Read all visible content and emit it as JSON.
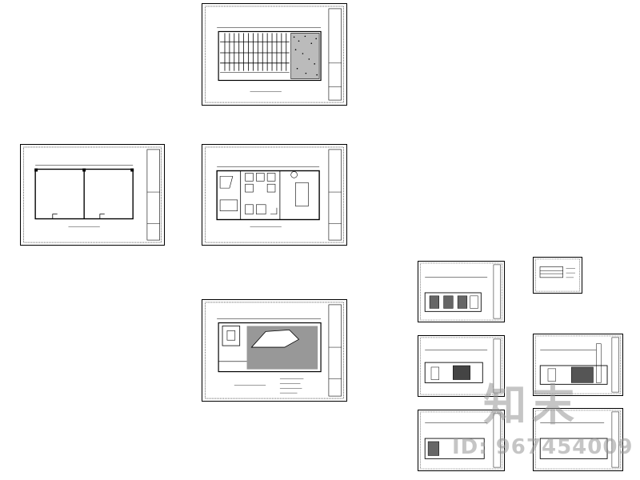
{
  "watermark": {
    "logo_text": "知末",
    "id_text": "ID: 967454009",
    "color": "#969696"
  },
  "sheets": [
    {
      "key": "ceiling-plan-top",
      "kind": "ceiling-grid"
    },
    {
      "key": "original-plan",
      "kind": "empty-plan"
    },
    {
      "key": "furniture-plan",
      "kind": "furniture"
    },
    {
      "key": "floor-tile-plan",
      "kind": "tile-grid"
    },
    {
      "key": "elevation-a",
      "kind": "elevation"
    },
    {
      "key": "detail-small",
      "kind": "detail"
    },
    {
      "key": "elevation-b",
      "kind": "elevation"
    },
    {
      "key": "elevation-c",
      "kind": "elevation"
    },
    {
      "key": "elevation-d",
      "kind": "elevation"
    },
    {
      "key": "elevation-e",
      "kind": "elevation"
    }
  ]
}
